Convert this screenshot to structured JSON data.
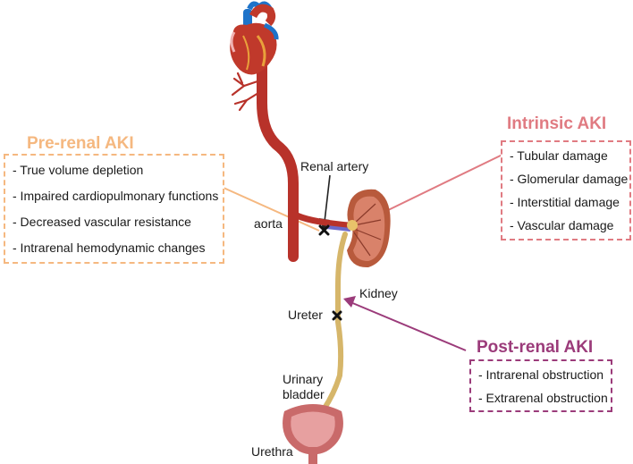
{
  "colors": {
    "prerenal": "#f5b880",
    "intrinsic": "#e07b82",
    "postrenal": "#9b3b7a",
    "artery": "#c0392b",
    "ureter": "#d6b66a"
  },
  "prerenal": {
    "title": "Pre-renal AKI",
    "items": [
      "- True volume depletion",
      "- Impaired cardiopulmonary functions",
      "- Decreased vascular resistance",
      "- Intrarenal hemodynamic changes"
    ]
  },
  "intrinsic": {
    "title": "Intrinsic AKI",
    "items": [
      "- Tubular damage",
      "- Glomerular damage",
      "- Interstitial damage",
      "- Vascular damage"
    ]
  },
  "postrenal": {
    "title": "Post-renal AKI",
    "items": [
      "- Intrarenal obstruction",
      "- Extrarenal obstruction"
    ]
  },
  "labels": {
    "renal_artery": "Renal artery",
    "aorta": "aorta",
    "kidney": "Kidney",
    "ureter": "Ureter",
    "urinary_bladder": "Urinary\nbladder",
    "urethra": "Urethra"
  },
  "icons": [
    "heart-icon",
    "kidney-icon",
    "bladder-icon",
    "obstruction-x-icon"
  ]
}
